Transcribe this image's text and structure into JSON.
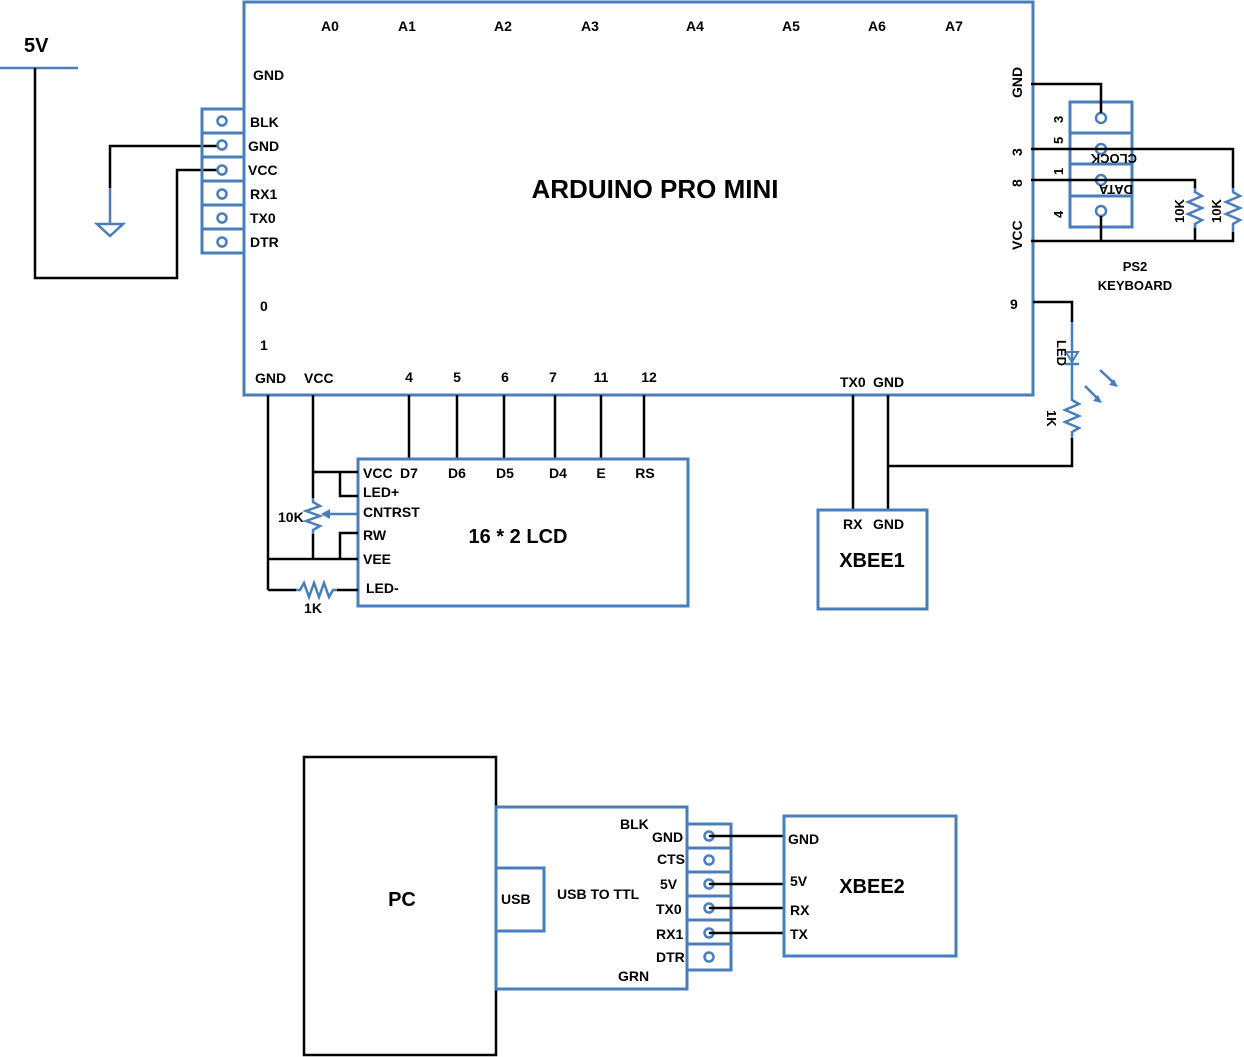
{
  "power": {
    "label": "5V"
  },
  "arduino": {
    "title": "ARDUINO PRO MINI",
    "analog_pins": [
      "A0",
      "A1",
      "A2",
      "A3",
      "A4",
      "A5",
      "A6",
      "A7"
    ],
    "gnd_top": "GND",
    "header_pins": [
      "BLK",
      "GND",
      "VCC",
      "RX1",
      "TX0",
      "DTR"
    ],
    "left_pins": [
      "0",
      "1"
    ],
    "bottom_pins": [
      "GND",
      "VCC",
      "4",
      "5",
      "6",
      "7",
      "11",
      "12"
    ],
    "bottom_right_pins": [
      "TX0",
      "GND"
    ],
    "right_pins": {
      "gnd": "GND",
      "p3": "3",
      "p8": "8",
      "vcc": "VCC",
      "p9": "9"
    }
  },
  "ps2": {
    "pins": [
      "3",
      "5",
      "1",
      "4"
    ],
    "signals": [
      "CLOCK",
      "DATA"
    ],
    "resistors": [
      "10K",
      "10K"
    ],
    "label_line1": "PS2",
    "label_line2": "KEYBOARD"
  },
  "led": {
    "label": "LED",
    "resistor": "1K"
  },
  "lcd": {
    "title": "16 * 2 LCD",
    "top_pins": [
      "D7",
      "D6",
      "D5",
      "D4",
      "E",
      "RS"
    ],
    "left_pins": [
      "VCC",
      "LED+",
      "CNTRST",
      "RW",
      "VEE",
      "LED-"
    ],
    "pot": "10K",
    "resistor": "1K"
  },
  "xbee1": {
    "title": "XBEE1",
    "pins": [
      "RX",
      "GND"
    ]
  },
  "pc": {
    "title": "PC"
  },
  "usb_ttl": {
    "usb": "USB",
    "title": "USB TO TTL",
    "blk": "BLK",
    "pins": [
      "GND",
      "CTS",
      "5V",
      "TX0",
      "RX1",
      "DTR"
    ],
    "grn": "GRN"
  },
  "xbee2": {
    "title": "XBEE2",
    "pins": [
      "GND",
      "5V",
      "RX",
      "TX"
    ]
  }
}
